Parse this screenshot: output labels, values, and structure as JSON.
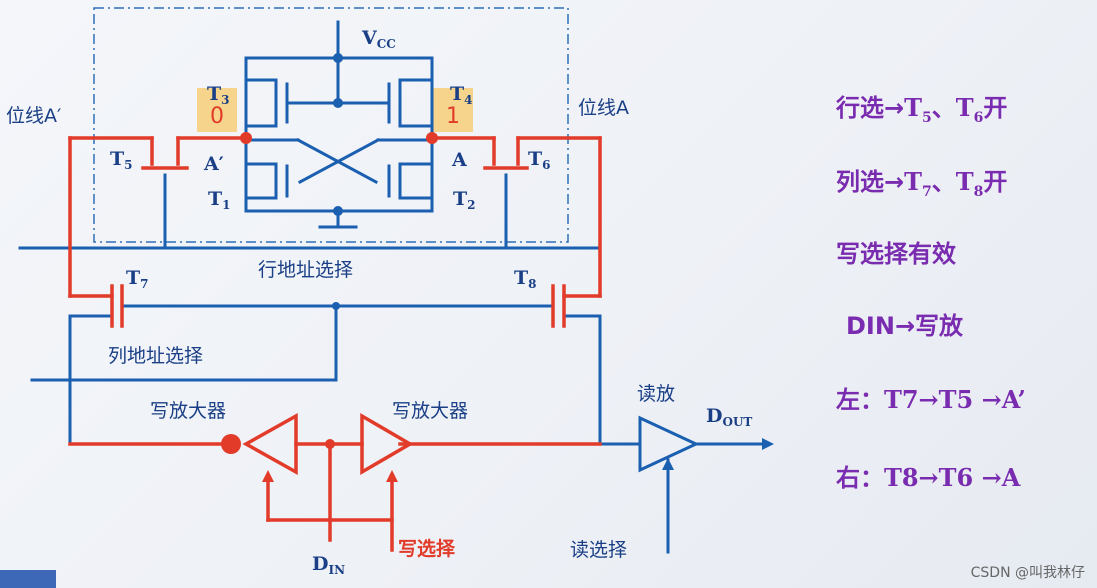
{
  "labels": {
    "vcc": "V",
    "vcc_sub": "CC",
    "bitline_left": "位线A′",
    "bitline_right": "位线A",
    "node_left": "A′",
    "node_right": "A",
    "t1": "T",
    "t1_sub": "1",
    "t2": "T",
    "t2_sub": "2",
    "t3": "T",
    "t3_sub": "3",
    "t4": "T",
    "t4_sub": "4",
    "t5": "T",
    "t5_sub": "5",
    "t6": "T",
    "t6_sub": "6",
    "t7": "T",
    "t7_sub": "7",
    "t8": "T",
    "t8_sub": "8",
    "value_left": "0",
    "value_right": "1",
    "row_select": "行地址选择",
    "col_select": "列地址选择",
    "write_amp_left": "写放大器",
    "write_amp_right": "写放大器",
    "read_amp": "读放",
    "dout": "D",
    "dout_sub": "OUT",
    "din": "D",
    "din_sub": "IN",
    "write_select": "写选择",
    "read_select": "读选择"
  },
  "steps": {
    "s1_a": "行选→",
    "s1_t": "T",
    "s1_ts": "5",
    "s1_b": "、",
    "s1_t2": "T",
    "s1_t2s": "6",
    "s1_c": "开",
    "s2_a": "列选→",
    "s2_t": "T",
    "s2_ts": "7",
    "s2_b": "、",
    "s2_t2": "T",
    "s2_t2s": "8",
    "s2_c": "开",
    "s3": "写选择有效",
    "s4": "DIN→写放",
    "s5_a": "左：",
    "s5_b": "T7→T5 →A’",
    "s6_a": "右：",
    "s6_b": "T8→T6 →A"
  },
  "watermark": "CSDN @叫我林仔",
  "colors": {
    "wire_blue": "#1a5fb0",
    "wire_red": "#e23b2a",
    "step_text": "#7a2cb0",
    "highlight": "#f6d48c"
  }
}
